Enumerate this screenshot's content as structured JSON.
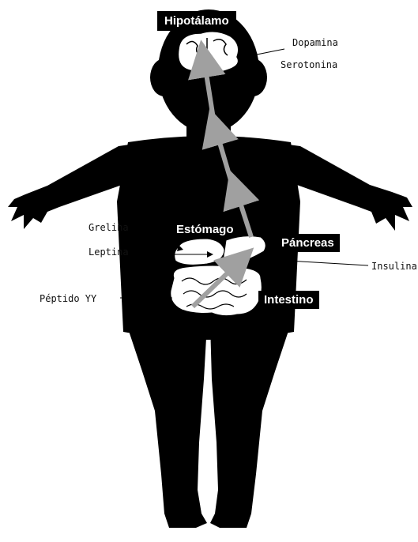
{
  "labels": {
    "hipotalamo": "Hipotálamo",
    "estomago": "Estómago",
    "pancreas": "Páncreas",
    "intestino": "Intestino",
    "dopamina": "Dopamina",
    "serotonina": "Serotonina",
    "grelina": "Grelina",
    "leptina": "Leptina",
    "insulina": "Insulina",
    "peptido_yy": "Péptido YY"
  },
  "colors": {
    "silhouette": "#000000",
    "organs": "#ffffff",
    "arrows": "#a0a0a0",
    "background": "#ffffff"
  }
}
